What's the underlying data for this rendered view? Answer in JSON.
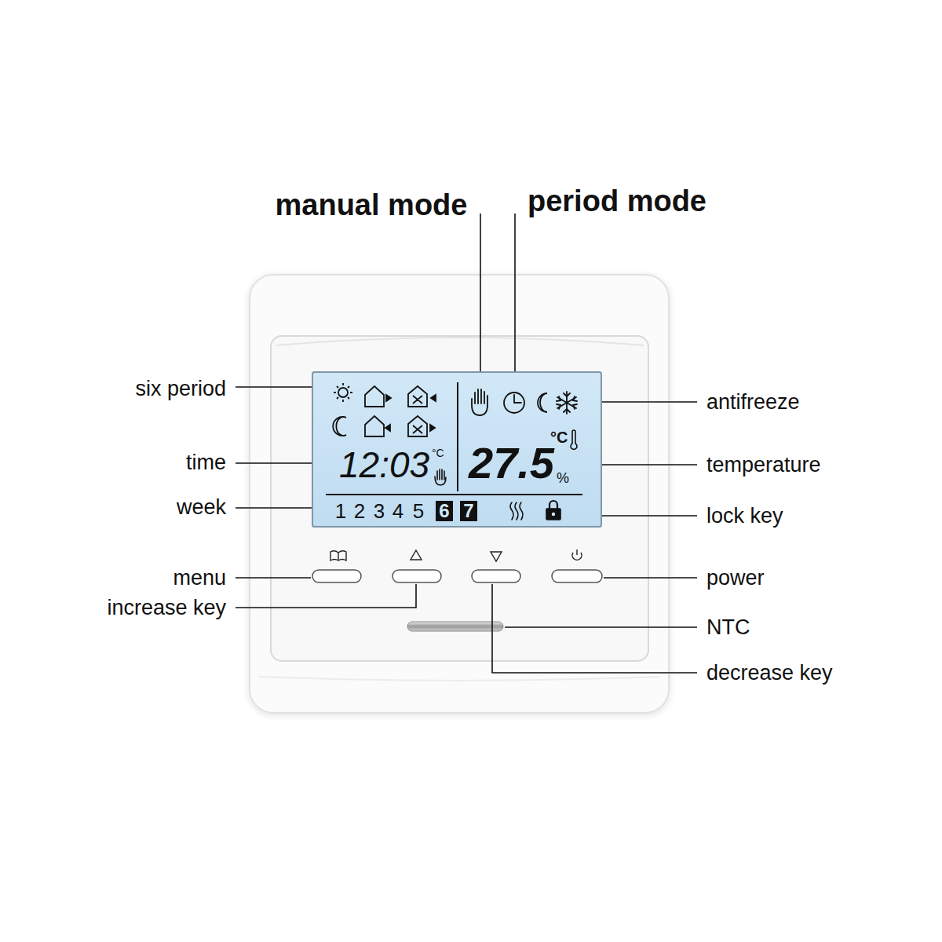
{
  "diagram": {
    "nodes": [
      {
        "text": [
          "12:03",
          "°C",
          "27.5",
          "°C",
          "%",
          "1",
          "2",
          "3",
          "4",
          "5"
        ]
      },
      {
        "text": [
          "6"
        ],
        "in": 0
      },
      {
        "text": [
          "7"
        ],
        "in": 0
      }
    ],
    "labels": [
      "manual mode",
      "period mode",
      "six period",
      "time",
      "week",
      "menu",
      "increase key",
      "antifreeze",
      "temperature",
      "lock key",
      "power",
      "NTC",
      "decrease key"
    ]
  }
}
